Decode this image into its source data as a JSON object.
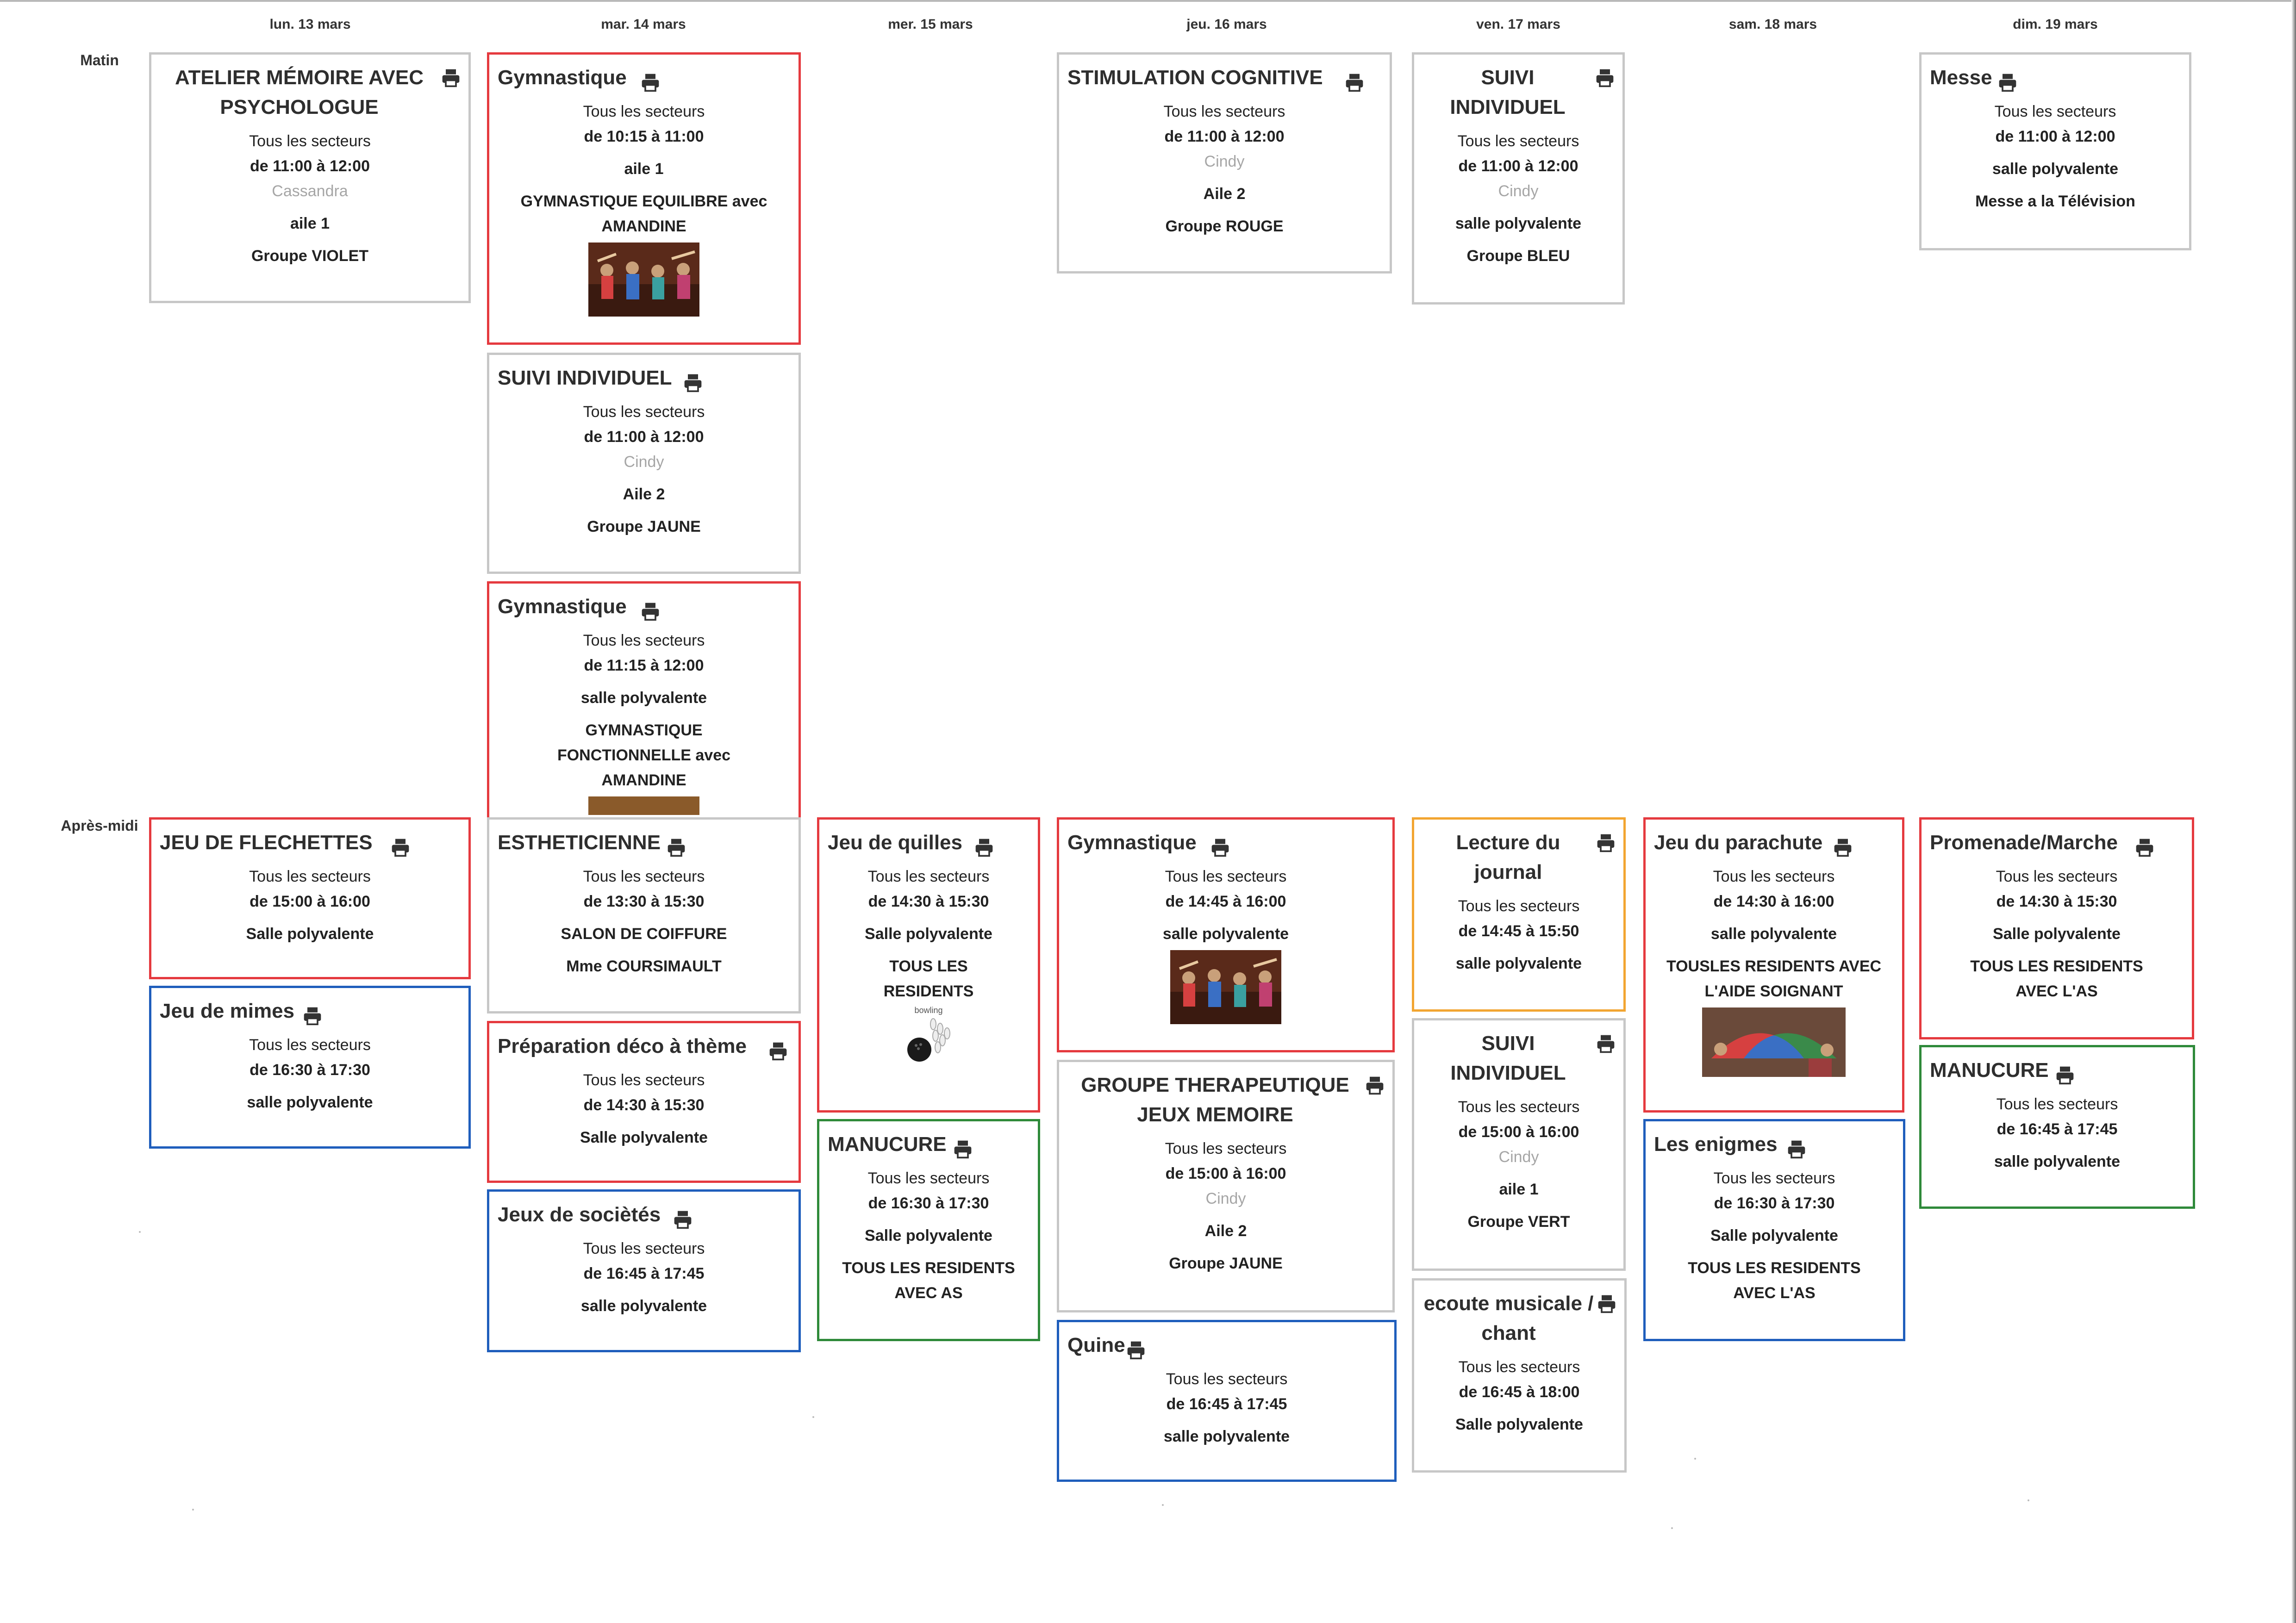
{
  "days": [
    "lun. 13 mars",
    "mar. 14 mars",
    "mer. 15 mars",
    "jeu. 16 mars",
    "ven. 17 mars",
    "sam. 18 mars",
    "dim. 19 mars"
  ],
  "periods": {
    "morning": "Matin",
    "afternoon": "Après-midi"
  },
  "icon": "printer-icon",
  "colors": {
    "red": "#e53a3f",
    "blue": "#1f5ebc",
    "green": "#2f8a3a",
    "orange": "#f2a531",
    "gray": "#c7c7c7"
  },
  "activities": [
    {
      "title": "ATELIER MÉMOIRE AVEC PSYCHOLOGUE",
      "secteurs": "Tous les secteurs",
      "time": "de 11:00 à 12:00",
      "staff": "Cassandra",
      "location": "aile 1",
      "extra": "Groupe VIOLET",
      "color": "gray"
    },
    {
      "title": "Gymnastique",
      "secteurs": "Tous les secteurs",
      "time": "de 10:15 à 11:00",
      "location": "aile 1",
      "extra": "GYMNASTIQUE EQUILIBRE avec AMANDINE",
      "color": "red"
    },
    {
      "title": "SUIVI INDIVIDUEL",
      "secteurs": "Tous les secteurs",
      "time": "de 11:00 à 12:00",
      "staff": "Cindy",
      "location": "Aile 2",
      "extra": "Groupe JAUNE",
      "color": "gray"
    },
    {
      "title": "Gymnastique",
      "secteurs": "Tous les secteurs",
      "time": "de 11:15 à 12:00",
      "location": "salle polyvalente",
      "extra": "GYMNASTIQUE FONCTIONNELLE avec AMANDINE",
      "color": "red"
    },
    {
      "title": "STIMULATION COGNITIVE",
      "secteurs": "Tous les secteurs",
      "time": "de 11:00 à 12:00",
      "staff": "Cindy",
      "location": "Aile 2",
      "extra": "Groupe ROUGE",
      "color": "gray"
    },
    {
      "title": "SUIVI INDIVIDUEL",
      "secteurs": "Tous les secteurs",
      "time": "de 11:00 à 12:00",
      "staff": "Cindy",
      "location": "salle polyvalente",
      "extra": "Groupe BLEU",
      "color": "gray"
    },
    {
      "title": "Messe",
      "secteurs": "Tous les secteurs",
      "time": "de 11:00 à 12:00",
      "location": "salle polyvalente",
      "extra": "Messe a la Télévision",
      "color": "gray"
    },
    {
      "title": "JEU DE FLECHETTES",
      "secteurs": "Tous les secteurs",
      "time": "de 15:00 à 16:00",
      "location": "Salle polyvalente",
      "color": "red"
    },
    {
      "title": "Jeu de mimes",
      "secteurs": "Tous les secteurs",
      "time": "de 16:30 à 17:30",
      "location": "salle polyvalente",
      "color": "blue"
    },
    {
      "title": "ESTHETICIENNE",
      "secteurs": "Tous les secteurs",
      "time": "de 13:30 à 15:30",
      "location": "SALON DE COIFFURE",
      "extra": "Mme COURSIMAULT",
      "color": "gray"
    },
    {
      "title": "Préparation déco à thème",
      "secteurs": "Tous les secteurs",
      "time": "de 14:30 à 15:30",
      "location": "Salle polyvalente",
      "color": "red"
    },
    {
      "title": "Jeux de sociètés",
      "secteurs": "Tous les secteurs",
      "time": "de 16:45 à 17:45",
      "location": "salle polyvalente",
      "color": "blue"
    },
    {
      "title": "Jeu de quilles",
      "secteurs": "Tous les secteurs",
      "time": "de 14:30 à 15:30",
      "location": "Salle polyvalente",
      "extra": "TOUS LES RESIDENTS",
      "image_label": "bowling",
      "color": "red"
    },
    {
      "title": "MANUCURE",
      "secteurs": "Tous les secteurs",
      "time": "de 16:30 à 17:30",
      "location": "Salle polyvalente",
      "extra": "TOUS LES RESIDENTS AVEC AS",
      "color": "green"
    },
    {
      "title": "Gymnastique",
      "secteurs": "Tous les secteurs",
      "time": "de 14:45 à 16:00",
      "location": "salle polyvalente",
      "color": "red"
    },
    {
      "title": "GROUPE THERAPEUTIQUE JEUX MEMOIRE",
      "secteurs": "Tous les secteurs",
      "time": "de 15:00 à 16:00",
      "staff": "Cindy",
      "location": "Aile 2",
      "extra": "Groupe JAUNE",
      "color": "gray"
    },
    {
      "title": "Quine",
      "secteurs": "Tous les secteurs",
      "time": "de 16:45 à 17:45",
      "location": "salle polyvalente",
      "color": "blue"
    },
    {
      "title": "Lecture du journal",
      "secteurs": "Tous les secteurs",
      "time": "de 14:45 à 15:50",
      "location": "salle polyvalente",
      "color": "orange"
    },
    {
      "title": "SUIVI INDIVIDUEL",
      "secteurs": "Tous les secteurs",
      "time": "de 15:00 à 16:00",
      "staff": "Cindy",
      "location": "aile 1",
      "extra": "Groupe VERT",
      "color": "gray"
    },
    {
      "title": "ecoute musicale / chant",
      "secteurs": "Tous les secteurs",
      "time": "de 16:45 à 18:00",
      "location": "Salle polyvalente",
      "color": "gray"
    },
    {
      "title": "Jeu du parachute",
      "secteurs": "Tous les secteurs",
      "time": "de 14:30 à 16:00",
      "location": "salle polyvalente",
      "extra": "TOUSLES RESIDENTS AVEC L'AIDE SOIGNANT",
      "color": "red"
    },
    {
      "title": "Les enigmes",
      "secteurs": "Tous les secteurs",
      "time": "de 16:30 à 17:30",
      "location": "Salle polyvalente",
      "extra": "TOUS LES RESIDENTS AVEC L'AS",
      "color": "blue"
    },
    {
      "title": "Promenade/Marche",
      "secteurs": "Tous les secteurs",
      "time": "de 14:30 à 15:30",
      "location": "Salle polyvalente",
      "extra": "TOUS LES RESIDENTS AVEC L'AS",
      "color": "red"
    },
    {
      "title": "MANUCURE",
      "secteurs": "Tous les secteurs",
      "time": "de 16:45 à 17:45",
      "location": "salle polyvalente",
      "color": "green"
    }
  ]
}
